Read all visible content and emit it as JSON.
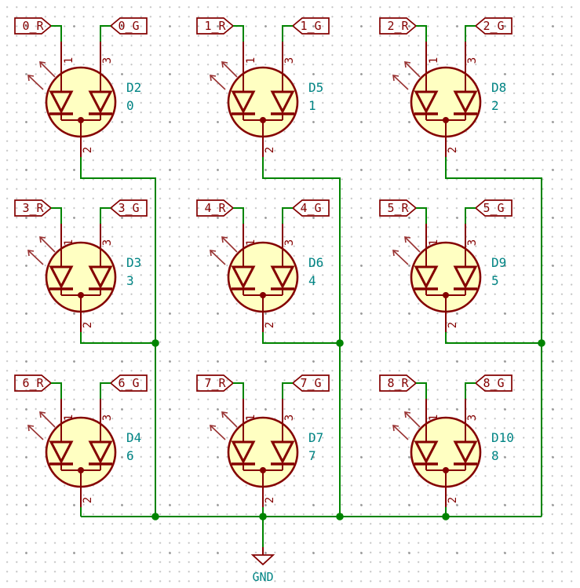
{
  "schematic": {
    "colors": {
      "wire": "#008400",
      "symbol": "#840000",
      "symbol_fill": "#FFFFC2",
      "arrow": "#993333",
      "annotation_text": "#008484",
      "background": "#FFFFFF"
    },
    "pin_numbers": {
      "red_anode": "1",
      "green_anode": "3",
      "common_cathode": "2"
    },
    "power": {
      "label": "GND"
    },
    "leds": [
      {
        "ref": "D2",
        "value": "0",
        "red_label": "0_R",
        "green_label": "0_G"
      },
      {
        "ref": "D5",
        "value": "1",
        "red_label": "1_R",
        "green_label": "1_G"
      },
      {
        "ref": "D8",
        "value": "2",
        "red_label": "2_R",
        "green_label": "2_G"
      },
      {
        "ref": "D3",
        "value": "3",
        "red_label": "3_R",
        "green_label": "3_G"
      },
      {
        "ref": "D6",
        "value": "4",
        "red_label": "4_R",
        "green_label": "4_G"
      },
      {
        "ref": "D9",
        "value": "5",
        "red_label": "5_R",
        "green_label": "5_G"
      },
      {
        "ref": "D4",
        "value": "6",
        "red_label": "6_R",
        "green_label": "6_G"
      },
      {
        "ref": "D7",
        "value": "7",
        "red_label": "7_R",
        "green_label": "7_G"
      },
      {
        "ref": "D10",
        "value": "8",
        "red_label": "8_R",
        "green_label": "8_G"
      }
    ]
  }
}
